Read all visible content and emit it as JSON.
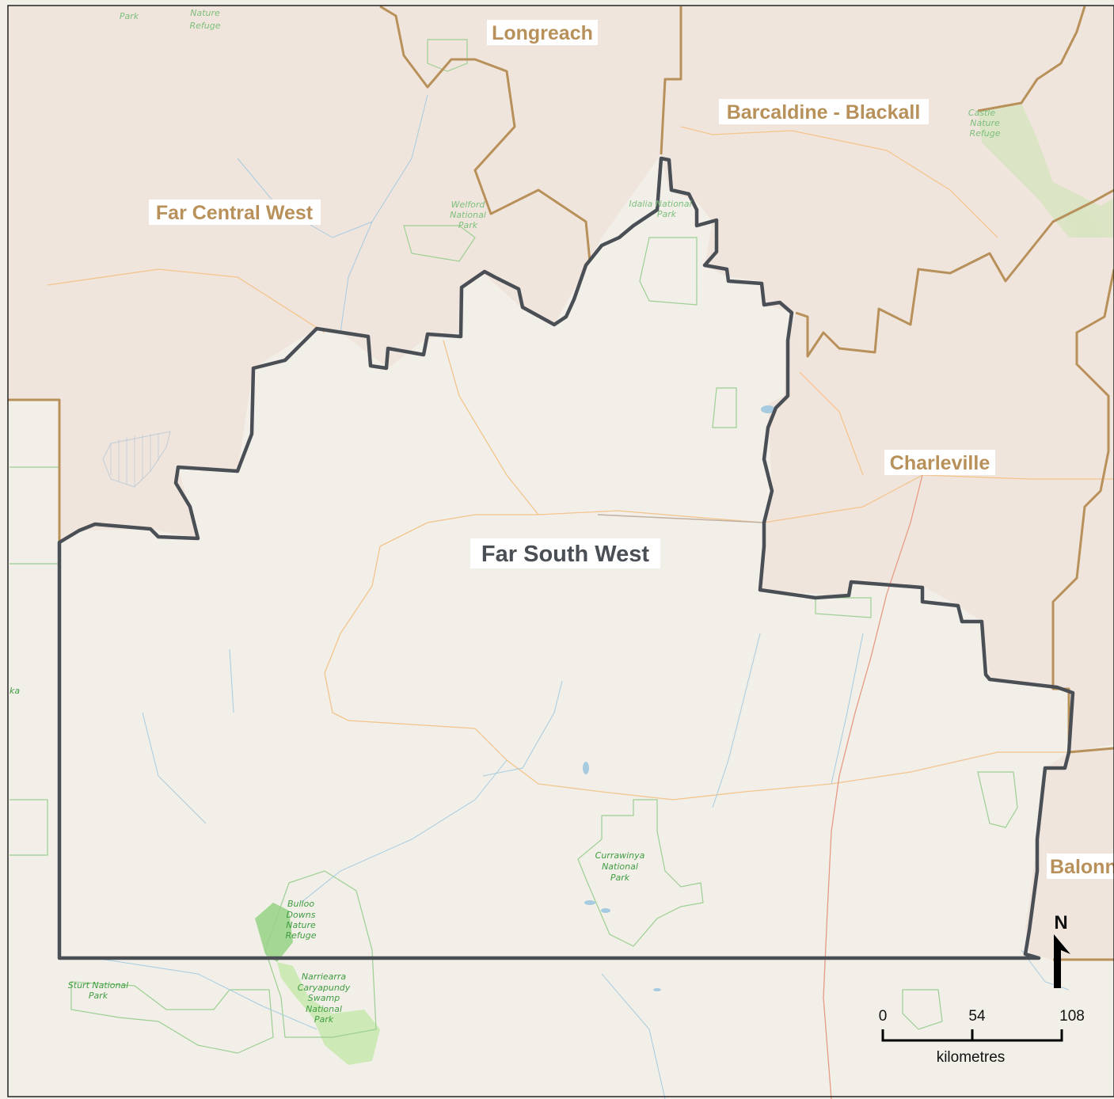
{
  "regions": {
    "longreach": "Longreach",
    "far_central_west": "Far Central West",
    "barcaldine_blackall": "Barcaldine - Blackall",
    "charleville": "Charleville",
    "far_south_west": "Far South West",
    "balonne": "Balonne"
  },
  "parks": {
    "top_left_park": "Park",
    "nature_refuge_top": [
      "Nature",
      "Refuge"
    ],
    "welford": [
      "Welford",
      "National",
      "Park"
    ],
    "idalia": [
      "Idalia National",
      "Park"
    ],
    "castle_refuge": [
      "Castle",
      "Nature",
      "Refuge"
    ],
    "currawinya": [
      "Currawinya",
      "National",
      "Park"
    ],
    "bulloo_downs": [
      "Bulloo",
      "Downs",
      "Nature",
      "Refuge"
    ],
    "sturt": [
      "Sturt National",
      "Park"
    ],
    "narriearra": [
      "Narriearra",
      "Caryapundy",
      "Swamp",
      "National",
      "Park"
    ],
    "edge_label": "ka"
  },
  "scale_bar": {
    "ticks": [
      "0",
      "54",
      "108"
    ],
    "unit": "kilometres"
  },
  "north_arrow": {
    "label": "N"
  },
  "colors": {
    "highlight_region_fill": "#f2efe9",
    "neighbour_region_fill": "#f0e5dc",
    "focus_border": "#4a4f56",
    "neighbour_border": "#b8905a",
    "park_green": "#9bd38b",
    "road_orange": "#f3c48d",
    "water_blue": "#a6cbe0"
  }
}
